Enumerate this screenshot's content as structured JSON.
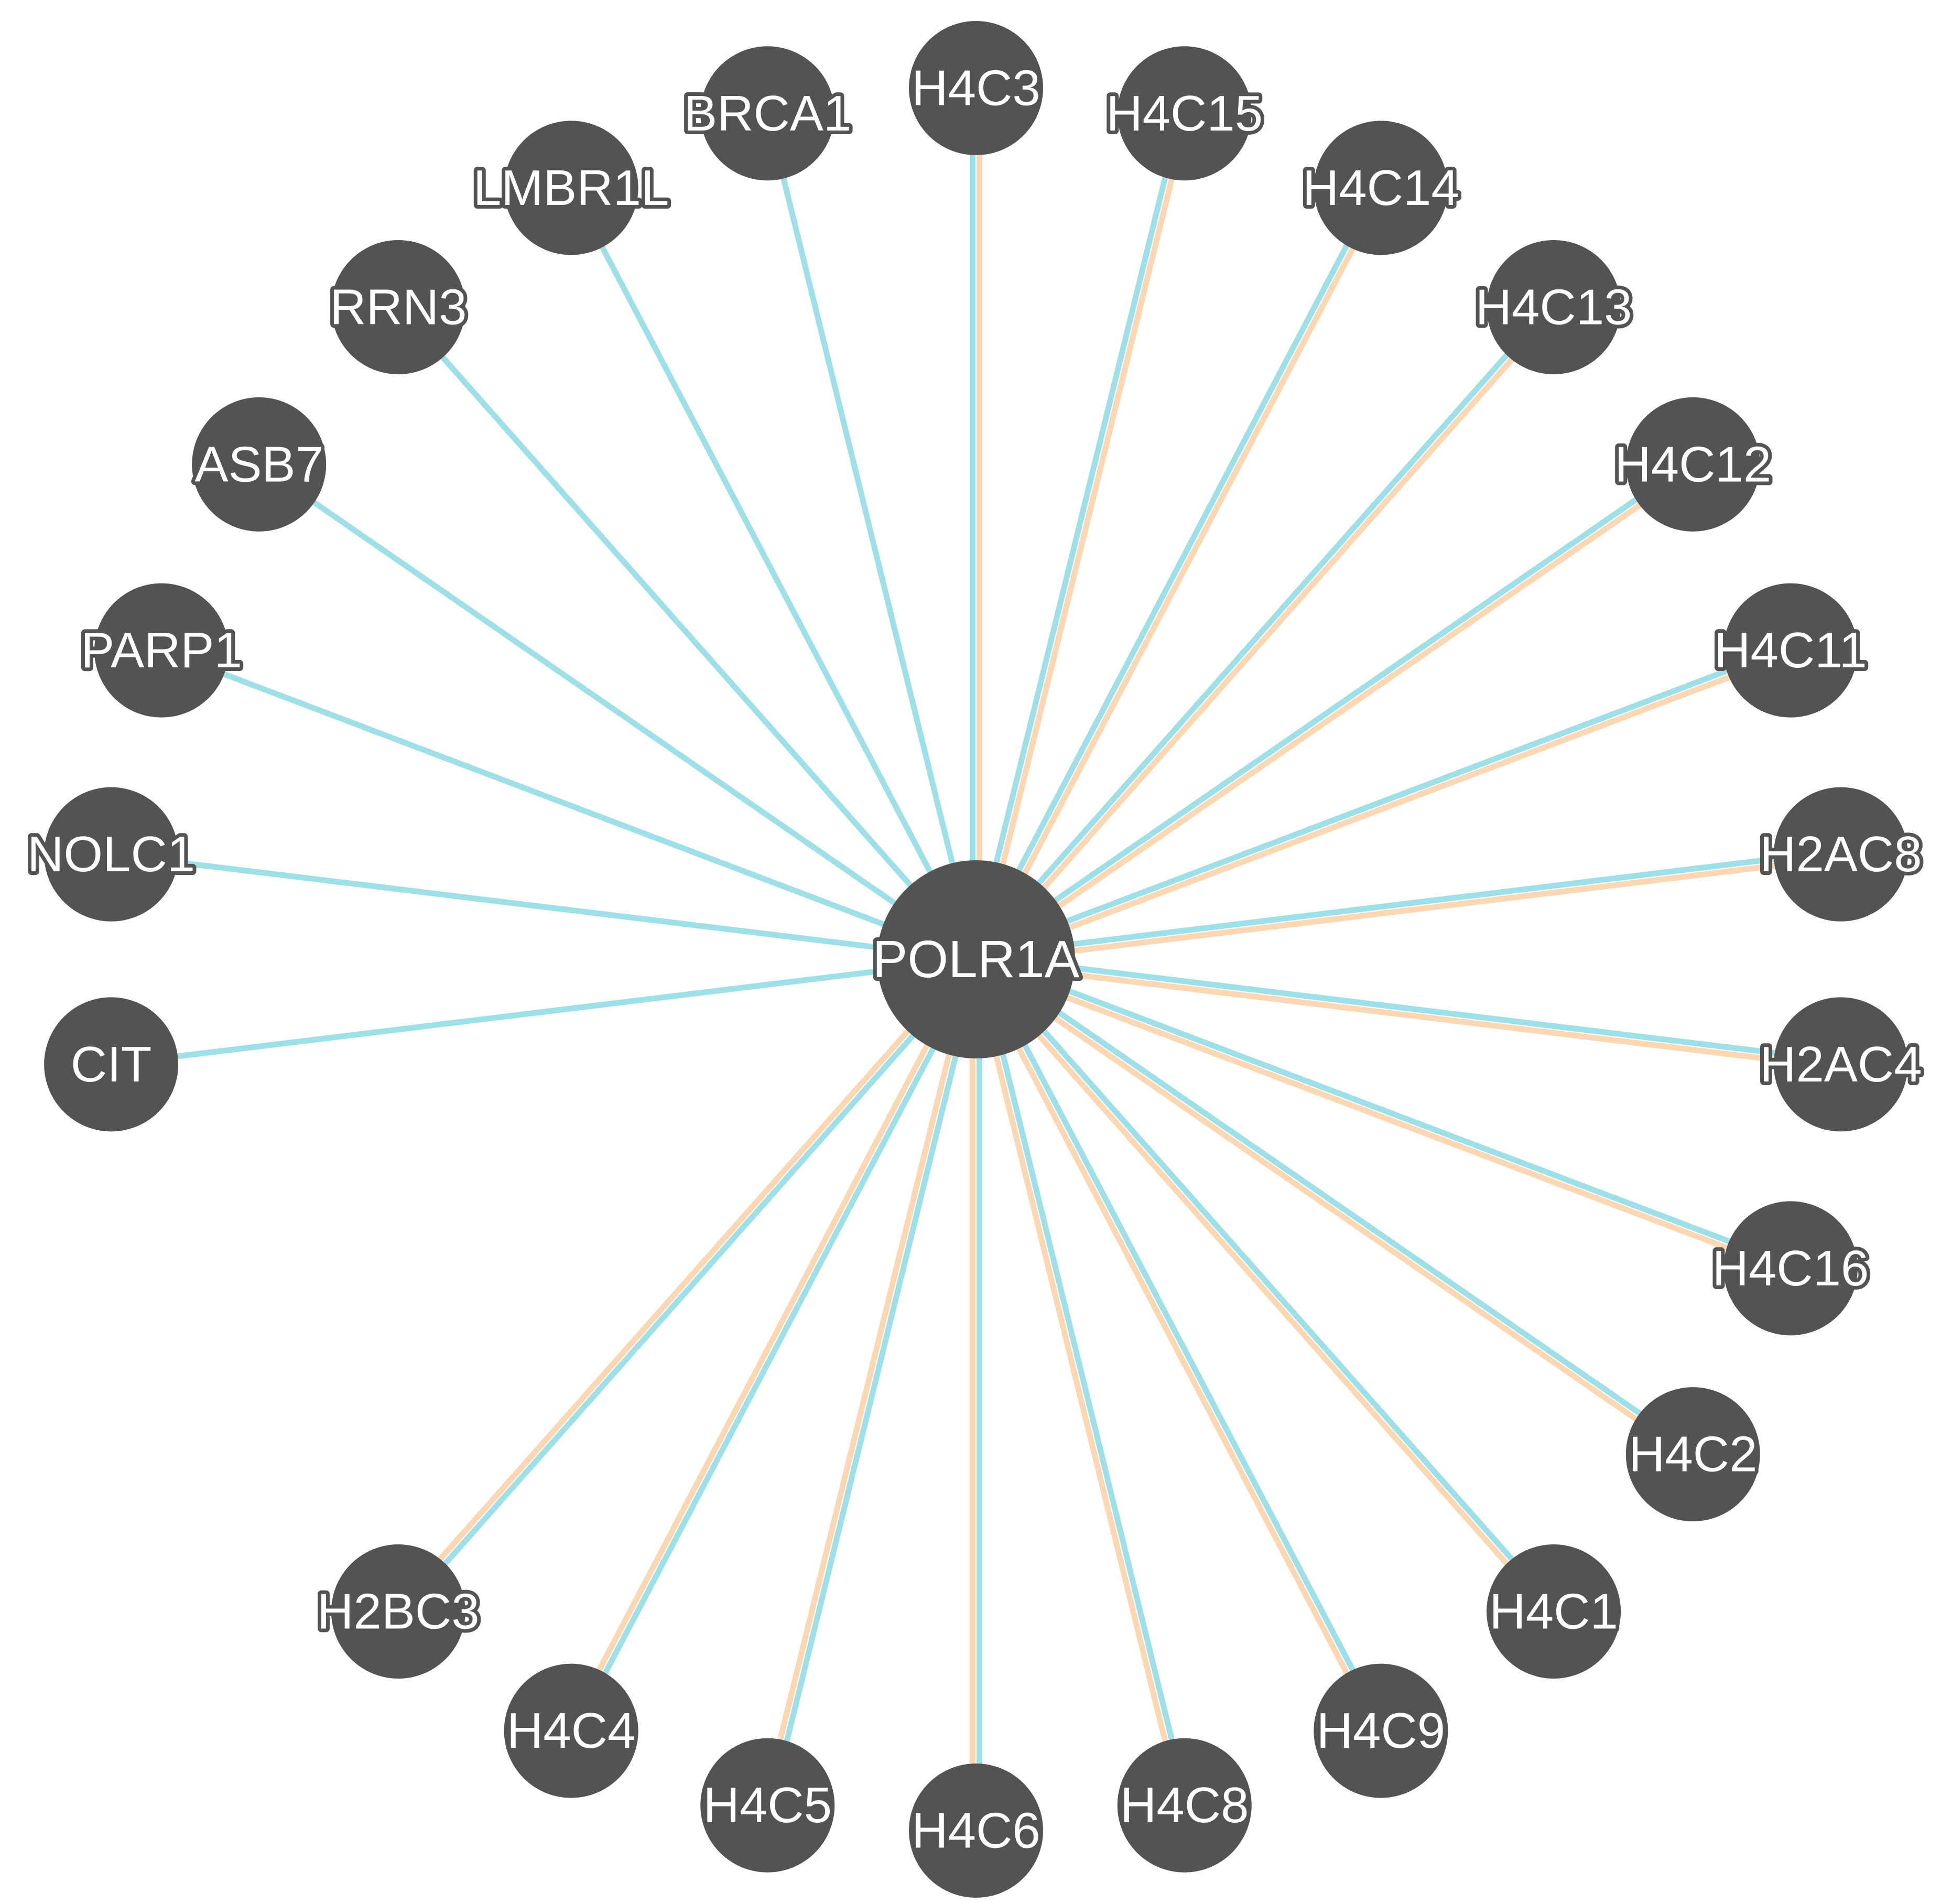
{
  "network": {
    "hub": "POLR1A",
    "colors": {
      "node": "#535353",
      "label": "#ffffff",
      "edge_blue": "#9fe0e8",
      "edge_orange": "#fcd7b4"
    },
    "nodes": [
      {
        "id": "H4C3",
        "edges": [
          "blue",
          "orange"
        ]
      },
      {
        "id": "H4C15",
        "edges": [
          "blue",
          "orange"
        ]
      },
      {
        "id": "H4C14",
        "edges": [
          "blue",
          "orange"
        ]
      },
      {
        "id": "H4C13",
        "edges": [
          "blue",
          "orange"
        ]
      },
      {
        "id": "H4C12",
        "edges": [
          "blue",
          "orange"
        ]
      },
      {
        "id": "H4C11",
        "edges": [
          "blue",
          "orange"
        ]
      },
      {
        "id": "H2AC8",
        "edges": [
          "blue",
          "orange"
        ]
      },
      {
        "id": "H2AC4",
        "edges": [
          "blue",
          "orange"
        ]
      },
      {
        "id": "H4C16",
        "edges": [
          "blue",
          "orange"
        ]
      },
      {
        "id": "H4C2",
        "edges": [
          "blue",
          "orange"
        ]
      },
      {
        "id": "H4C1",
        "edges": [
          "blue",
          "orange"
        ]
      },
      {
        "id": "H4C9",
        "edges": [
          "blue",
          "orange"
        ]
      },
      {
        "id": "H4C8",
        "edges": [
          "blue",
          "orange"
        ]
      },
      {
        "id": "H4C6",
        "edges": [
          "blue",
          "orange"
        ]
      },
      {
        "id": "H4C5",
        "edges": [
          "blue",
          "orange"
        ]
      },
      {
        "id": "H4C4",
        "edges": [
          "blue",
          "orange"
        ]
      },
      {
        "id": "H2BC3",
        "edges": [
          "blue",
          "orange"
        ]
      },
      {
        "id": "CIT",
        "edges": [
          "blue"
        ]
      },
      {
        "id": "NOLC1",
        "edges": [
          "blue"
        ]
      },
      {
        "id": "PARP1",
        "edges": [
          "blue"
        ]
      },
      {
        "id": "ASB7",
        "edges": [
          "blue"
        ]
      },
      {
        "id": "RRN3",
        "edges": [
          "blue"
        ]
      },
      {
        "id": "LMBR1L",
        "edges": [
          "blue"
        ]
      },
      {
        "id": "BRCA1",
        "edges": [
          "blue"
        ]
      }
    ]
  }
}
